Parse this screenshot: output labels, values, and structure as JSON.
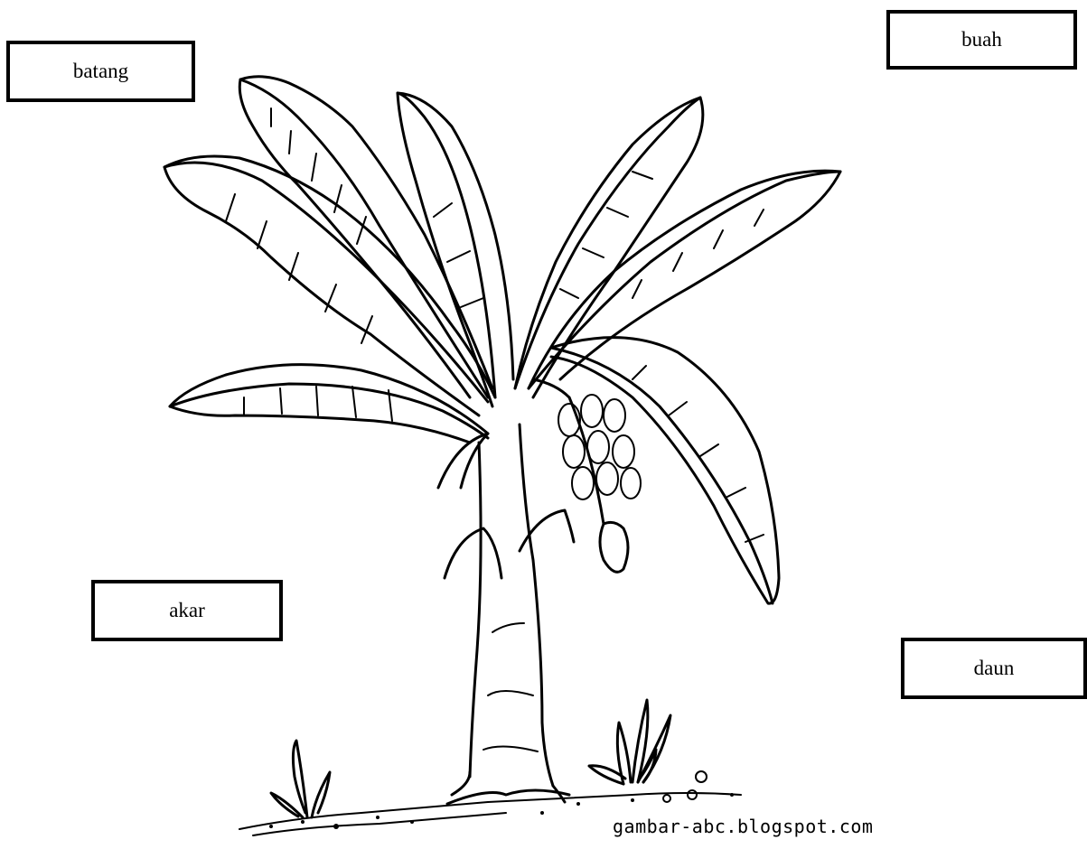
{
  "labels": {
    "batang": "batang",
    "buah": "buah",
    "akar": "akar",
    "daun": "daun"
  },
  "watermark": "gambar-abc.blogspot.com",
  "colors": {
    "ink": "#000000",
    "background": "#ffffff"
  }
}
